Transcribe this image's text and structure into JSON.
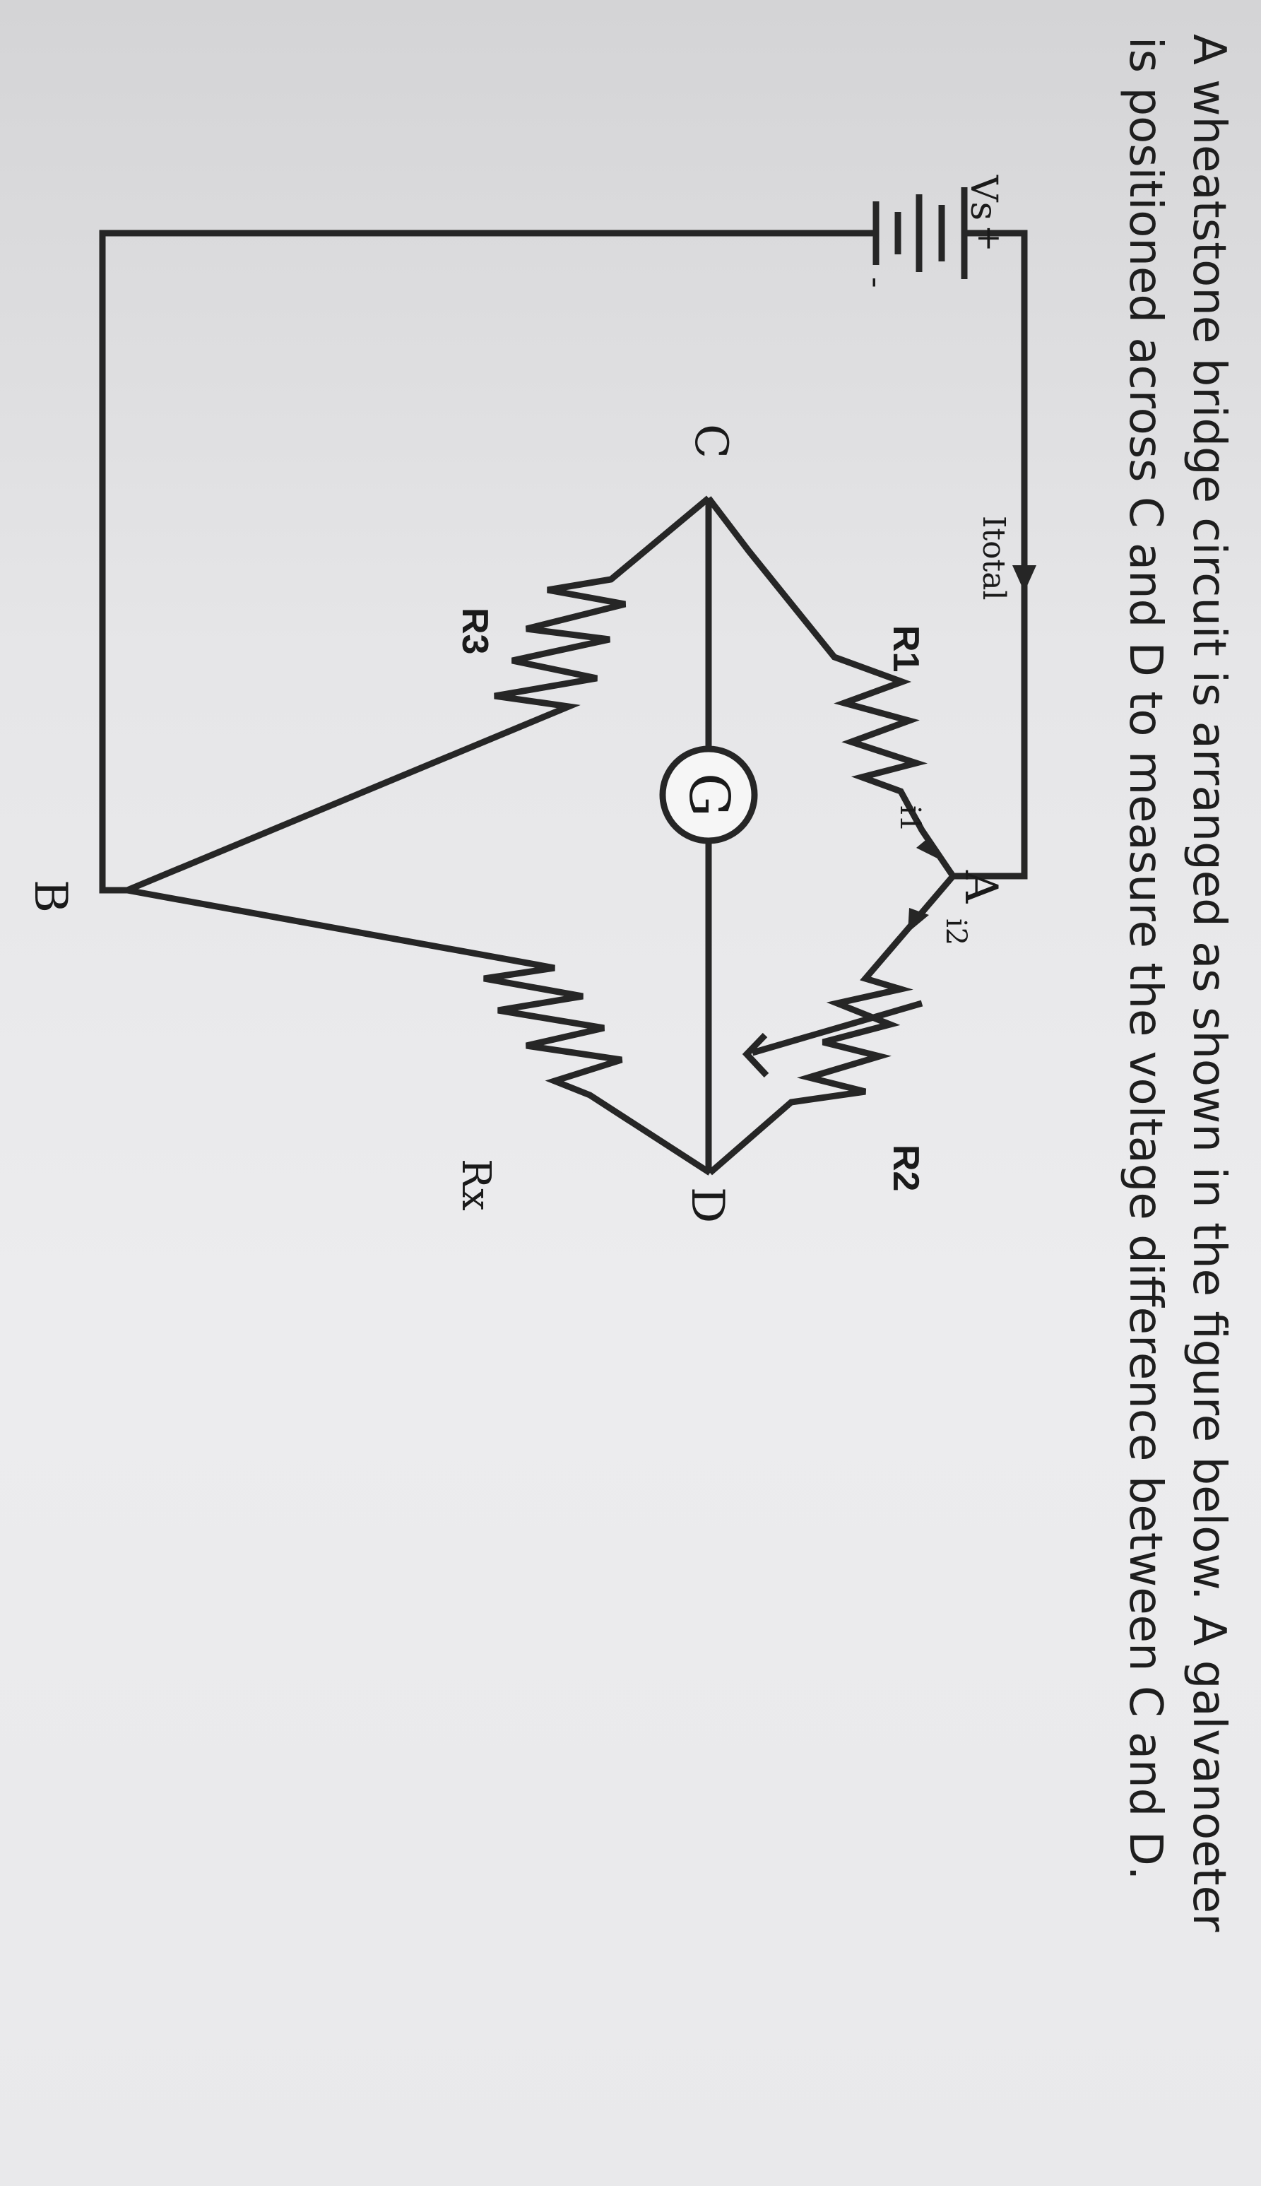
{
  "question": {
    "line1": "A wheatstone bridge circuit is arranged as shown in the figure below. A galvanoeter",
    "line2": "is positioned across C and D to measure the voltage difference between C and D."
  },
  "diagram": {
    "nodes": {
      "a": "A",
      "b": "B",
      "c": "C",
      "d": "D"
    },
    "resistors": {
      "r1": "R1",
      "r2": "R2",
      "r3": "R3",
      "rx": "Rx"
    },
    "galvanometer": "G",
    "source": {
      "label": "Vs",
      "plus": "+",
      "minus": "-"
    },
    "currents": {
      "total": "Itotal",
      "i1": "i1",
      "i2": "i2"
    }
  },
  "colors": {
    "ink": "#262626",
    "text": "#1e1e1e"
  }
}
